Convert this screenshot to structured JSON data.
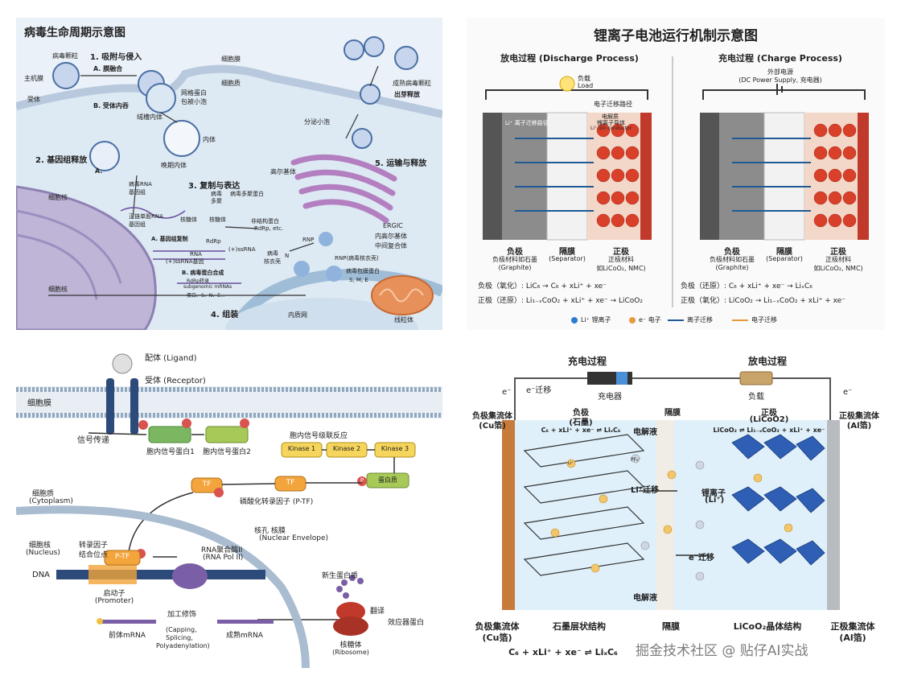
{
  "virus": {
    "title": "病毒生命周期示意图",
    "virus_particle": "病毒颗粒",
    "host_membrane": "主机膜",
    "receptor": "受体",
    "step1": "1. 吸附与侵入",
    "step1a": "A. 膜融合",
    "step1b": "B. 受体内吞",
    "cell_membrane": "细胞膜",
    "cytoplasm": "细胞质",
    "mesh_protein": "网格蛋白",
    "coated_vesicle": "包被小泡",
    "early_endosome": "绒槽内体",
    "endosome": "内体",
    "late_endosome": "晚期内体",
    "step2": "2. 基因组释放",
    "step2a": "A.",
    "viral_rna": "病毒RNA",
    "genome": "基因组",
    "pos_rna": "正链单股RNA",
    "genome2": "基因组",
    "step3": "3. 复制与表达",
    "viral_poly": "病毒多聚蛋白",
    "viral_multi": "病毒",
    "viral_multi2": "多聚",
    "ribosome": "核糖体",
    "ribosome2": "核糖体",
    "nonstruct": "非结构蛋白",
    "rdrp_etc": "RdRp, etc.",
    "genome_rep": "A. 基因组复制",
    "rdrp": "RdRp",
    "pos_ssrna": "(+)ssRNA",
    "rna": "RNA",
    "pos_ssrna_gene": "(+)ssRNA基因",
    "viral_protein_syn": "B. 病毒蛋白合成",
    "rdrp_transcribe": "RdRp转录",
    "subgenomic": "subgenomic mRNAs",
    "proteins": "蛋白、S、N、E...",
    "viral_nucleocapsid": "病毒",
    "viral_nucleocapsid2": "核衣壳",
    "n_label": "N",
    "nucleus": "细胞核",
    "nucleus2": "细胞核",
    "golgi": "高尔基体",
    "step4": "4. 组装",
    "rnp": "RNP",
    "rnp_label": "RNP(病毒核衣壳)",
    "envelope_protein": "病毒包膜蛋白",
    "sme": "S, M, E",
    "er": "内质网",
    "ergic": "ERGIC",
    "ergic2": "内高尔基体",
    "ergic3": "中间复合体",
    "mito": "线粒体",
    "secretory": "分泌小泡",
    "step5": "5. 运输与释放",
    "mature": "成熟病毒颗粒",
    "budding": "出芽释放"
  },
  "battery_top": {
    "title": "锂离子电池运行机制示意图",
    "discharge": "放电过程 (Discharge Process)",
    "charge": "充电过程 (Charge Process)",
    "load": "负载",
    "load_en": "Load",
    "ext_power": "外部电源",
    "ext_power_en": "(DC Power Supply, 充电器)",
    "e_path": "电子迁移路径",
    "li_path": "Li⁺ 离子迁移路径",
    "electrolyte": "电解质",
    "li_conductor": "锂离子导体",
    "li_conductor_en": "Li⁺ ion conductor",
    "neg": "负极",
    "neg_mat": "负极材料如石墨",
    "neg_en": "(Graphite)",
    "sep": "隔膜",
    "sep_en": "(Separator)",
    "pos": "正极",
    "pos_mat": "正极材料",
    "pos_ex": "如LiCoO₂, NMC)",
    "neg2": "负极",
    "neg_mat2": "负极材料如石墨",
    "neg_en2": "(Graphite)",
    "sep2": "隔膜",
    "sep_en2": "(Separator)",
    "pos2": "正极",
    "pos_mat2": "正极材料",
    "pos_ex2": "如LiCoO₂, NMC)",
    "eq1": "负极（氧化）: LiC₆ → C₆ + xLi⁺ + xe⁻",
    "eq2": "正极（还原）: Li₁₋ₓCoO₂ + xLi⁺ + xe⁻ → LiCoO₂",
    "eq3": "负极（还原）: C₆ + xLi⁺ + xe⁻ → LiₓC₆",
    "eq4": "正极（氧化）: LiCoO₂ → Li₁₋ₓCoO₂ + xLi⁺ + xe⁻",
    "legend_li": "Li⁺ 锂离子",
    "legend_e": "e⁻ 电子",
    "legend_ion": "离子迁移",
    "legend_emig": "电子迁移"
  },
  "signal": {
    "ligand": "配体 (Ligand)",
    "receptor": "受体 (Receptor)",
    "membrane": "细胞膜",
    "transduction": "信号传递",
    "protein1": "胞内信号蛋白1",
    "protein2": "胞内信号蛋白2",
    "cascade": "胞内信号级联反应",
    "k1": "Kinase 1",
    "k2": "Kinase 2",
    "k3": "Kinase 3",
    "protein": "蛋白质",
    "p": "P",
    "tf": "TF",
    "ptf_label": "磷酸化转录因子 (P-TF)",
    "cytoplasm": "细胞质",
    "cytoplasm_en": "(Cytoplasm)",
    "nucleus": "细胞核",
    "nucleus_en": "(Nucleus)",
    "pore": "核孔 核膜",
    "pore_en": "(Nuclear Envelope)",
    "tf_site": "转录因子",
    "tf_site2": "结合位点",
    "ptf": "P-TF",
    "rnapol": "RNA聚合酶II",
    "rnapol_en": "(RNA Pol II)",
    "dna": "DNA",
    "promoter": "启动子",
    "promoter_en": "(Promoter)",
    "processing": "加工修饰",
    "processing_en1": "(Capping,",
    "processing_en2": "Splicing,",
    "processing_en3": "Polyadenylation)",
    "pre_mrna": "前体mRNA",
    "mature_mrna": "成熟mRNA",
    "new_protein": "新生蛋白质",
    "translate": "翻译",
    "effector": "效应器蛋白",
    "ribosome": "核糖体",
    "ribosome_en": "(Ribosome)"
  },
  "battery_bottom": {
    "charge_title": "充电过程",
    "discharge_title": "放电过程",
    "e_mig": "e⁻迁移",
    "e_left": "e⁻",
    "e_right": "e⁻",
    "charger": "充电器",
    "load": "负载",
    "neg_collector": "负极集流体",
    "cu": "(Cu箔)",
    "neg": "负极",
    "graphite": "(石墨)",
    "electrolyte": "电解液",
    "sep": "隔膜",
    "pos": "正极",
    "licoo2": "(LiCoO2)",
    "pos_collector": "正极集流体",
    "al": "(Al箔)",
    "eq_left": "C₆ + xLi⁺ + xe⁻ ⇌ LiₓC₆",
    "eq_right": "LiCoO₂ ⇌ Li₁₋ₓCoO₂ + xLi⁺ + xe⁻",
    "li_mig": "Li⁺迁移",
    "li_ion": "锂离子",
    "li_ion2": "(Li⁺)",
    "e_mig2": "e⁻迁移",
    "electrolyte2": "电解液",
    "neg_collector2": "负极集流体",
    "cu2": "(Cu箔)",
    "graphite_struct": "石墨层状结构",
    "sep2": "隔膜",
    "licoo2_struct": "LiCoO₂晶体结构",
    "pos_collector2": "正极集流体",
    "al2": "(Al箔)",
    "eq_bottom": "C₆ + xLi⁺ + xe⁻ ⇌ LiₓC₆",
    "watermark": "掘金技术社区 @ 贴仔AI实战",
    "pf6": "PF₆⁻",
    "li_small": "Li⁺"
  }
}
